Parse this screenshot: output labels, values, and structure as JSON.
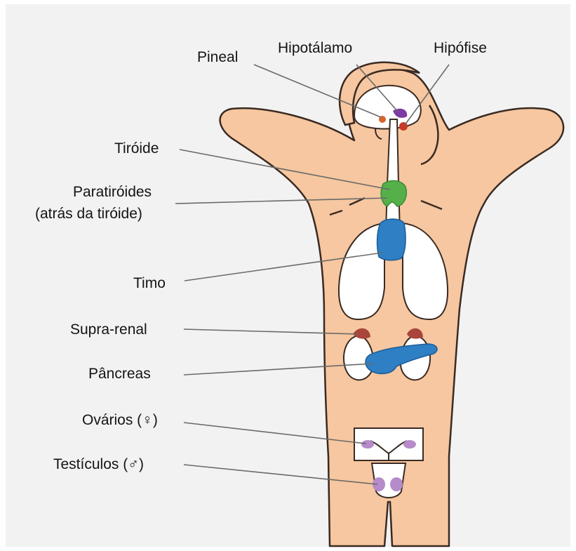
{
  "labels": {
    "pineal": "Pineal",
    "hipotalamo": "Hipotálamo",
    "hipofise": "Hipófise",
    "tiroide": "Tiróide",
    "paratiroides_1": "Paratiróides",
    "paratiroides_2": "(atrás da tiróide)",
    "timo": "Timo",
    "supra_renal": "Supra-renal",
    "pancreas": "Pâncreas",
    "ovarios": "Ovários (♀)",
    "testiculos": "Testículos (♂)"
  },
  "colors": {
    "skin": "#f6c7a0",
    "outline": "#3a2a22",
    "background": "#f2f2f2",
    "pineal": "#d9632a",
    "hipotalamo": "#7d3aa3",
    "hipofise": "#c93a2a",
    "tiroide": "#55b04a",
    "timo": "#2e7fc4",
    "supra_renal": "#a9453a",
    "pancreas": "#2e7fc4",
    "gonads": "#b58bc9"
  }
}
